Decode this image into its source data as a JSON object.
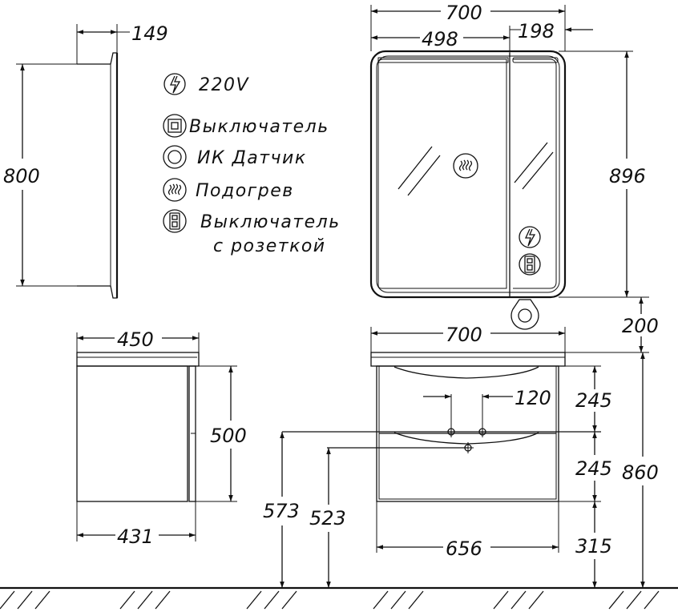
{
  "dimensions": {
    "cabinet_side_depth": "149",
    "cabinet_side_height": "800",
    "cabinet_width": "700",
    "cabinet_left_door_width": "498",
    "cabinet_right_door_width": "198",
    "cabinet_height": "896",
    "cabinet_mount_gap": "200",
    "vanity_top_depth": "450",
    "vanity_body_height": "500",
    "vanity_body_depth": "431",
    "vanity_width": "700",
    "faucet_spacing": "120",
    "upper_offset": "245",
    "middle_offset": "245",
    "floor_clearance": "315",
    "total_height": "860",
    "pipe_height_high": "573",
    "pipe_height_low": "523",
    "vanity_body_width": "656"
  },
  "legend": {
    "power": "220V",
    "switch": "Выключатель",
    "ir_sensor": "ИК Датчик",
    "heating": "Подогрев",
    "switch_socket_line1": "Выключатель",
    "switch_socket_line2": "с розеткой"
  },
  "icons": {
    "power": "lightning-icon",
    "switch": "square-switch-icon",
    "ir_sensor": "ring-sensor-icon",
    "heating": "wave-heater-icon",
    "switch_socket": "socket-switch-icon"
  }
}
